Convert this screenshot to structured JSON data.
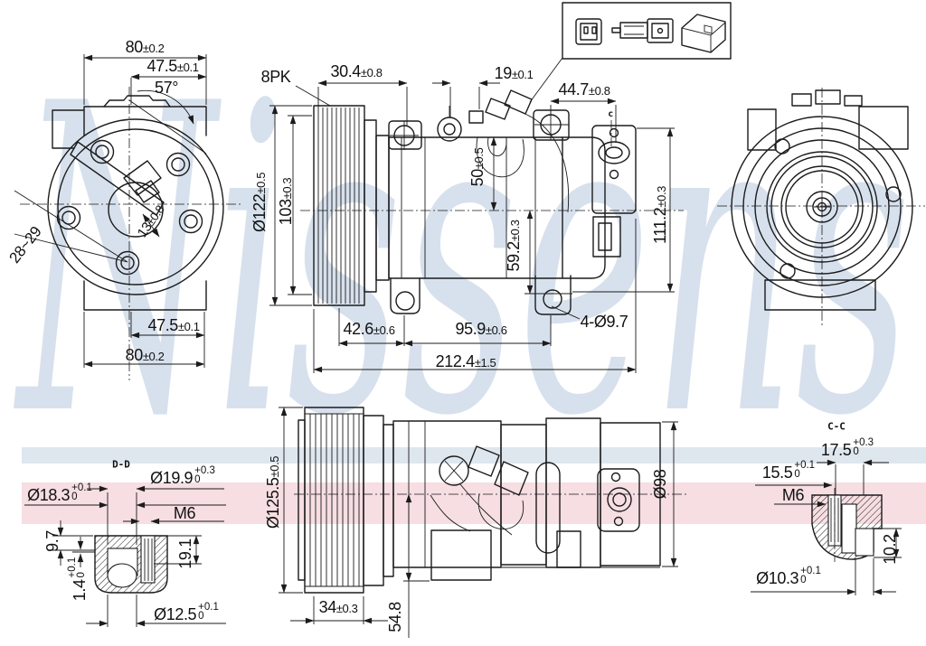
{
  "watermark": "Nissens",
  "colors": {
    "band_blue": "#dee6ee",
    "band_pink": "#f6dee2",
    "watermark": "#d7e1ed",
    "ink": "#1b1b1b"
  },
  "inset": {
    "connectors": [
      "connector-face",
      "connector-plug-side",
      "connector-plug-iso"
    ]
  },
  "labels": {
    "front_width_top": {
      "v": "80",
      "t": "±0.2"
    },
    "front_width_inner_top": {
      "v": "47.5",
      "t": "±0.1"
    },
    "front_angle": {
      "v": "57°",
      "t": ""
    },
    "front_hub_offset": {
      "v": "13",
      "t": "±0.8"
    },
    "front_range": {
      "v": "28~29",
      "t": ""
    },
    "front_width_inner_bottom": {
      "v": "47.5",
      "t": "±0.1"
    },
    "front_width_bottom": {
      "v": "80",
      "t": "±0.2"
    },
    "belt_type": {
      "v": "8PK",
      "t": ""
    },
    "side_30_4": {
      "v": "30.4",
      "t": "±0.8"
    },
    "side_19": {
      "v": "19",
      "t": "±0.1"
    },
    "side_44_7": {
      "v": "44.7",
      "t": "±0.8"
    },
    "side_d122": {
      "v": "Ø122",
      "t": "±0.5"
    },
    "side_103": {
      "v": "103",
      "t": "±0.3"
    },
    "side_50": {
      "v": "50",
      "t": "±0.5"
    },
    "side_59_2": {
      "v": "59.2",
      "t": "±0.3"
    },
    "side_111_2": {
      "v": "111.2",
      "t": "±0.3"
    },
    "side_42_6": {
      "v": "42.6",
      "t": "±0.6"
    },
    "side_95_9": {
      "v": "95.9",
      "t": "±0.6"
    },
    "side_holes": {
      "v": "4-Ø9.7",
      "t": ""
    },
    "side_212_4": {
      "v": "212.4",
      "t": "±1.5"
    },
    "section_mark_c": {
      "v": "c",
      "t": ""
    },
    "bottom_d125_5": {
      "v": "Ø125.5",
      "t": "±0.5"
    },
    "bottom_34": {
      "v": "34",
      "t": "±0.3"
    },
    "bottom_54_8": {
      "v": "54.8",
      "t": ""
    },
    "bottom_d98": {
      "v": "Ø98",
      "t": ""
    },
    "dd_title": {
      "v": "D-D"
    },
    "dd_d18_3": {
      "v": "Ø18.3",
      "tt": "+0.1",
      "tb": "0"
    },
    "dd_d19_9": {
      "v": "Ø19.9",
      "tt": "+0.3",
      "tb": "0"
    },
    "dd_m6": {
      "v": "M6",
      "t": ""
    },
    "dd_9_7": {
      "v": "9.7",
      "t": ""
    },
    "dd_19_1": {
      "v": "19.1",
      "t": ""
    },
    "dd_1_4": {
      "v": "1.4",
      "tt": "+0.1",
      "tb": "0"
    },
    "dd_d12_5": {
      "v": "Ø12.5",
      "tt": "+0.1",
      "tb": "0"
    },
    "cc_title": {
      "v": "C-C"
    },
    "cc_17_5": {
      "v": "17.5",
      "tt": "+0.3",
      "tb": "0"
    },
    "cc_15_5": {
      "v": "15.5",
      "tt": "+0.1",
      "tb": "0"
    },
    "cc_m6": {
      "v": "M6",
      "t": ""
    },
    "cc_d10_3": {
      "v": "Ø10.3",
      "tt": "+0.1",
      "tb": "0"
    },
    "cc_10_2": {
      "v": "10.2",
      "t": ""
    }
  }
}
